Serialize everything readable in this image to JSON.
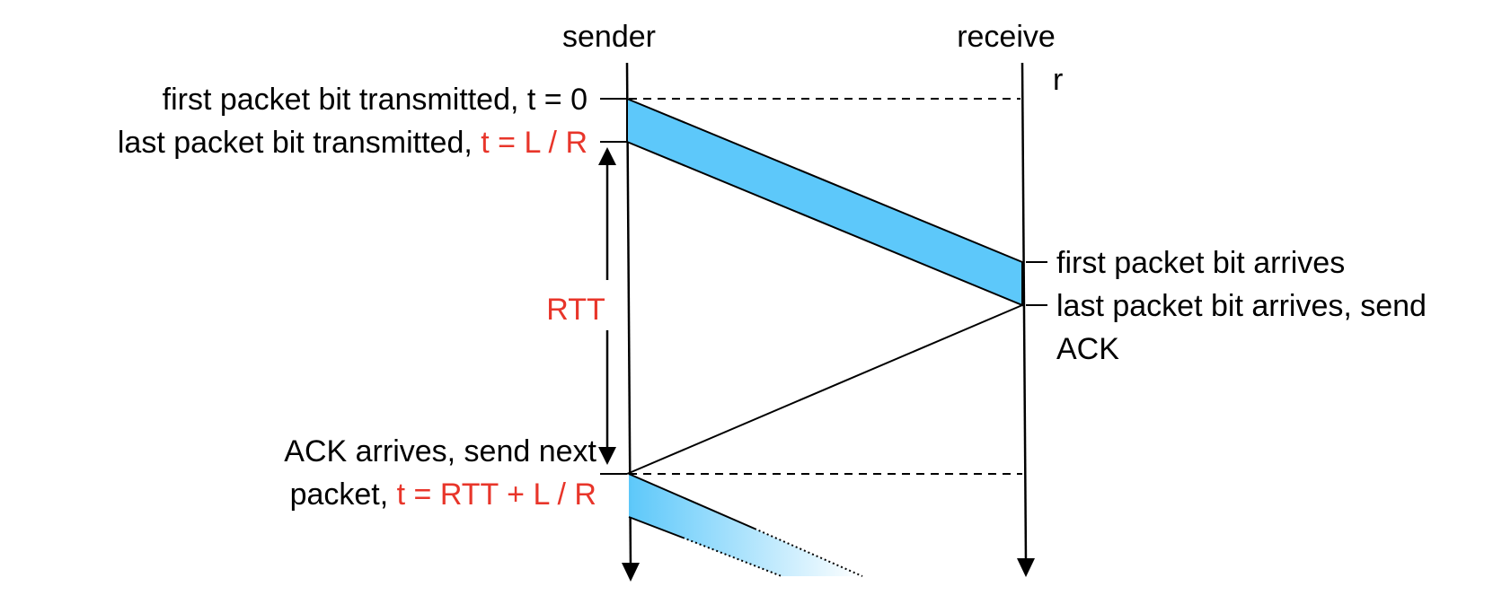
{
  "colors": {
    "packet_fill": "#5dc8fa",
    "highlight_text": "#e8352a",
    "line": "#000000"
  },
  "columns": {
    "sender": "sender",
    "receiver_line1": "receive",
    "receiver_line2": "r"
  },
  "sender_events": {
    "first_bit_transmitted": "first packet bit transmitted, t = 0",
    "last_bit_transmitted": "last packet bit transmitted, ",
    "last_bit_time": "t = L / R",
    "ack_arrives_line1": "ACK arrives, send next",
    "ack_arrives_line2": "packet, ",
    "ack_arrives_time": "t = RTT + L / R"
  },
  "receiver_events": {
    "first_bit_arrives": "first packet bit arrives",
    "last_bit_arrives_line1": "last packet bit arrives, send",
    "last_bit_arrives_line2": "ACK"
  },
  "interval": {
    "label": "RTT"
  }
}
